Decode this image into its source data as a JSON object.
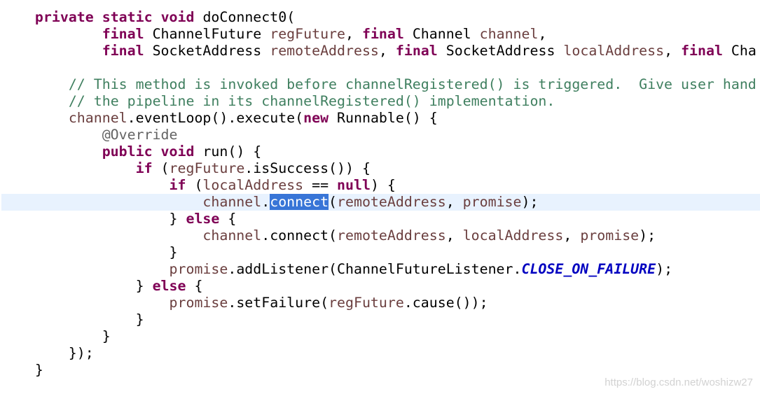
{
  "editor": {
    "cursor_line": 12,
    "colors": {
      "background": "#FFFFFF",
      "current_line": "#E8F2FE"
    },
    "syntax": {
      "plain": {
        "color": "#000000"
      },
      "keyword": {
        "color": "#7F0055",
        "weight": 700
      },
      "variable": {
        "color": "#6A3E3E"
      },
      "comment": {
        "color": "#3F7F5F"
      },
      "annotation": {
        "color": "#646464"
      },
      "constant": {
        "color": "#0000C0",
        "weight": 700,
        "italic": true
      },
      "selection": {
        "color": "#FFFFFF",
        "background": "#3875D7"
      }
    },
    "lines": [
      [
        [
          "    ",
          "plain"
        ],
        [
          "private",
          "keyword"
        ],
        [
          " ",
          "plain"
        ],
        [
          "static",
          "keyword"
        ],
        [
          " ",
          "plain"
        ],
        [
          "void",
          "keyword"
        ],
        [
          " doConnect0(",
          "plain"
        ]
      ],
      [
        [
          "            ",
          "plain"
        ],
        [
          "final",
          "keyword"
        ],
        [
          " ChannelFuture ",
          "plain"
        ],
        [
          "regFuture",
          "variable"
        ],
        [
          ", ",
          "plain"
        ],
        [
          "final",
          "keyword"
        ],
        [
          " Channel ",
          "plain"
        ],
        [
          "channel",
          "variable"
        ],
        [
          ",",
          "plain"
        ]
      ],
      [
        [
          "            ",
          "plain"
        ],
        [
          "final",
          "keyword"
        ],
        [
          " SocketAddress ",
          "plain"
        ],
        [
          "remoteAddress",
          "variable"
        ],
        [
          ", ",
          "plain"
        ],
        [
          "final",
          "keyword"
        ],
        [
          " SocketAddress ",
          "plain"
        ],
        [
          "localAddress",
          "variable"
        ],
        [
          ", ",
          "plain"
        ],
        [
          "final",
          "keyword"
        ],
        [
          " Cha",
          "plain"
        ]
      ],
      [],
      [
        [
          "        ",
          "plain"
        ],
        [
          "// This method is invoked before channelRegistered() is triggered.  Give user hand",
          "comment"
        ]
      ],
      [
        [
          "        ",
          "plain"
        ],
        [
          "// the pipeline in its channelRegistered() implementation.",
          "comment"
        ]
      ],
      [
        [
          "        ",
          "plain"
        ],
        [
          "channel",
          "variable"
        ],
        [
          ".eventLoop().execute(",
          "plain"
        ],
        [
          "new",
          "keyword"
        ],
        [
          " Runnable() {",
          "plain"
        ]
      ],
      [
        [
          "            ",
          "plain"
        ],
        [
          "@Override",
          "annotation"
        ]
      ],
      [
        [
          "            ",
          "plain"
        ],
        [
          "public",
          "keyword"
        ],
        [
          " ",
          "plain"
        ],
        [
          "void",
          "keyword"
        ],
        [
          " run() {",
          "plain"
        ]
      ],
      [
        [
          "                ",
          "plain"
        ],
        [
          "if",
          "keyword"
        ],
        [
          " (",
          "plain"
        ],
        [
          "regFuture",
          "variable"
        ],
        [
          ".isSuccess()) {",
          "plain"
        ]
      ],
      [
        [
          "                    ",
          "plain"
        ],
        [
          "if",
          "keyword"
        ],
        [
          " (",
          "plain"
        ],
        [
          "localAddress",
          "variable"
        ],
        [
          " == ",
          "plain"
        ],
        [
          "null",
          "keyword"
        ],
        [
          ") {",
          "plain"
        ]
      ],
      [
        [
          "                        ",
          "plain"
        ],
        [
          "channel",
          "variable"
        ],
        [
          ".",
          "plain"
        ],
        [
          "connect",
          "selection"
        ],
        [
          "(",
          "plain"
        ],
        [
          "remoteAddress",
          "variable"
        ],
        [
          ", ",
          "plain"
        ],
        [
          "promise",
          "variable"
        ],
        [
          ");",
          "plain"
        ]
      ],
      [
        [
          "                    } ",
          "plain"
        ],
        [
          "else",
          "keyword"
        ],
        [
          " {",
          "plain"
        ]
      ],
      [
        [
          "                        ",
          "plain"
        ],
        [
          "channel",
          "variable"
        ],
        [
          ".connect(",
          "plain"
        ],
        [
          "remoteAddress",
          "variable"
        ],
        [
          ", ",
          "plain"
        ],
        [
          "localAddress",
          "variable"
        ],
        [
          ", ",
          "plain"
        ],
        [
          "promise",
          "variable"
        ],
        [
          ");",
          "plain"
        ]
      ],
      [
        [
          "                    }",
          "plain"
        ]
      ],
      [
        [
          "                    ",
          "plain"
        ],
        [
          "promise",
          "variable"
        ],
        [
          ".addListener(ChannelFutureListener.",
          "plain"
        ],
        [
          "CLOSE_ON_FAILURE",
          "constant"
        ],
        [
          ");",
          "plain"
        ]
      ],
      [
        [
          "                } ",
          "plain"
        ],
        [
          "else",
          "keyword"
        ],
        [
          " {",
          "plain"
        ]
      ],
      [
        [
          "                    ",
          "plain"
        ],
        [
          "promise",
          "variable"
        ],
        [
          ".setFailure(",
          "plain"
        ],
        [
          "regFuture",
          "variable"
        ],
        [
          ".cause());",
          "plain"
        ]
      ],
      [
        [
          "                }",
          "plain"
        ]
      ],
      [
        [
          "            }",
          "plain"
        ]
      ],
      [
        [
          "        });",
          "plain"
        ]
      ],
      [
        [
          "    }",
          "plain"
        ]
      ]
    ]
  },
  "watermark": {
    "text": "https://blog.csdn.net/woshizw27",
    "color": "#D2D2D2"
  }
}
